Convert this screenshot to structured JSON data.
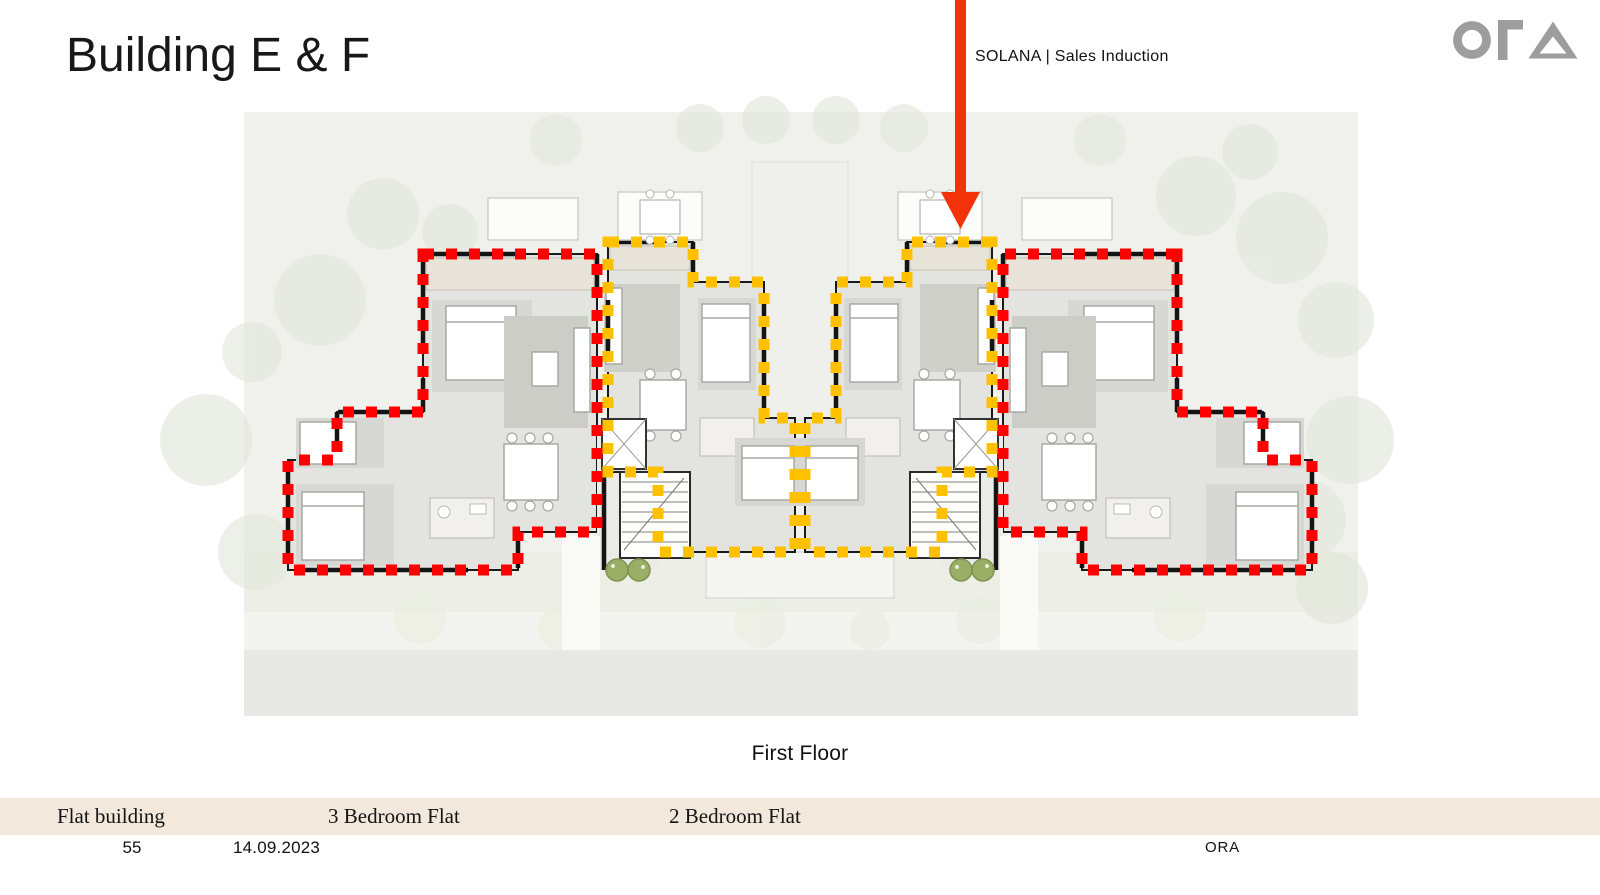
{
  "slide": {
    "title": "Building E & F",
    "subtitle": "SOLANA | Sales Induction",
    "caption": "First Floor",
    "logo_text": "ORA",
    "logo_color": "#9d9da0"
  },
  "plan": {
    "colors": {
      "three_bedroom_outline": "#ff0000",
      "two_bedroom_outline": "#ffc000",
      "pointer_arrow": "#f23208",
      "walls": "#1b1b1b",
      "background": "#f0f1ec"
    }
  },
  "legend": {
    "background": "#f2e9dc",
    "items": [
      {
        "label": "Flat building"
      },
      {
        "label": "3 Bedroom Flat",
        "outline_color": "#ff0000"
      },
      {
        "label": "2 Bedroom Flat",
        "outline_color": "#ffc000"
      }
    ]
  },
  "footer": {
    "page_number": "55",
    "date": "14.09.2023",
    "brand": "ORA"
  }
}
